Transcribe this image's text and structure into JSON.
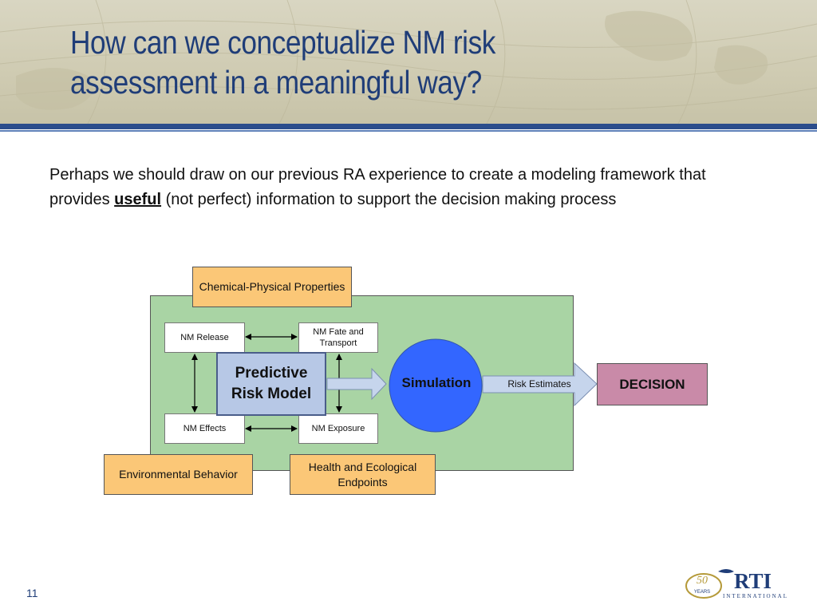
{
  "slide": {
    "title": "How can we conceptualize NM risk assessment in a meaningful way?",
    "body_before": "Perhaps we should draw on our previous RA experience to create a modeling framework that provides ",
    "body_emphasis": "useful",
    "body_after": " (not perfect) information to support the decision making process",
    "page_number": "11"
  },
  "diagram": {
    "chemical_physical": "Chemical-Physical Properties",
    "nm_release": "NM Release",
    "nm_fate": "NM Fate and Transport",
    "nm_effects": "NM Effects",
    "nm_exposure": "NM Exposure",
    "predictive_model": "Predictive Risk Model",
    "simulation": "Simulation",
    "risk_estimates": "Risk Estimates",
    "decision": "DECISION",
    "environmental_behavior": "Environmental Behavior",
    "health_endpoints": "Health and Ecological Endpoints"
  },
  "logo": {
    "years": "50",
    "years_label": "YEARS",
    "name": "RTI",
    "subtitle": "INTERNATIONAL"
  },
  "colors": {
    "title_blue": "#1f3d78",
    "header_rule": "#2b4d8c",
    "green_panel": "#a9d4a4",
    "orange_box": "#fbc777",
    "model_box": "#b7c8e6",
    "simulation_circle": "#3366ff",
    "decision_box": "#c98aa8",
    "arrow_fill": "#c6d5ec"
  }
}
